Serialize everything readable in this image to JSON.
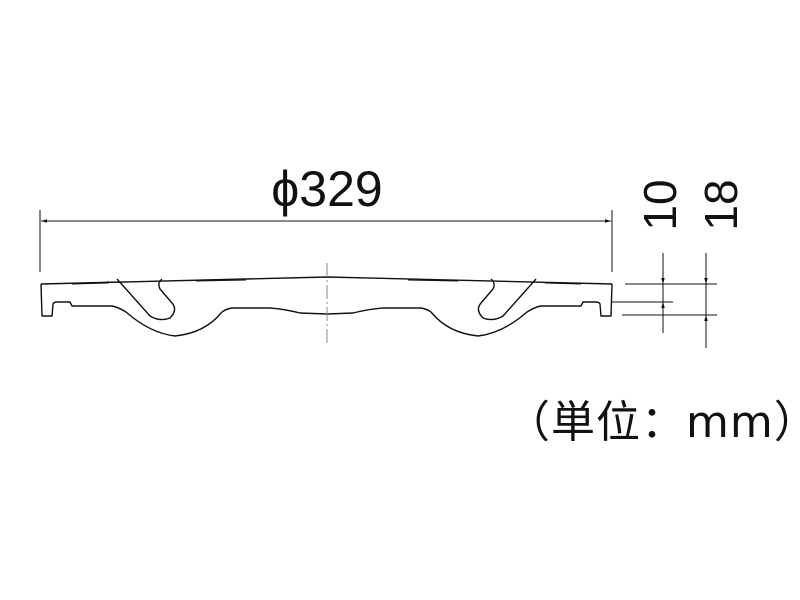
{
  "drawing": {
    "type": "cross-section technical drawing",
    "line_color": "#111111",
    "centerline_color": "#888888"
  },
  "dimensions": {
    "diameter": {
      "label": "ϕ329",
      "value": 329,
      "symbol": "ϕ"
    },
    "thickness_inner": {
      "label": "10",
      "value": 10
    },
    "thickness_total": {
      "label": "18",
      "value": 18
    }
  },
  "unit_note": "（単位：mm）"
}
